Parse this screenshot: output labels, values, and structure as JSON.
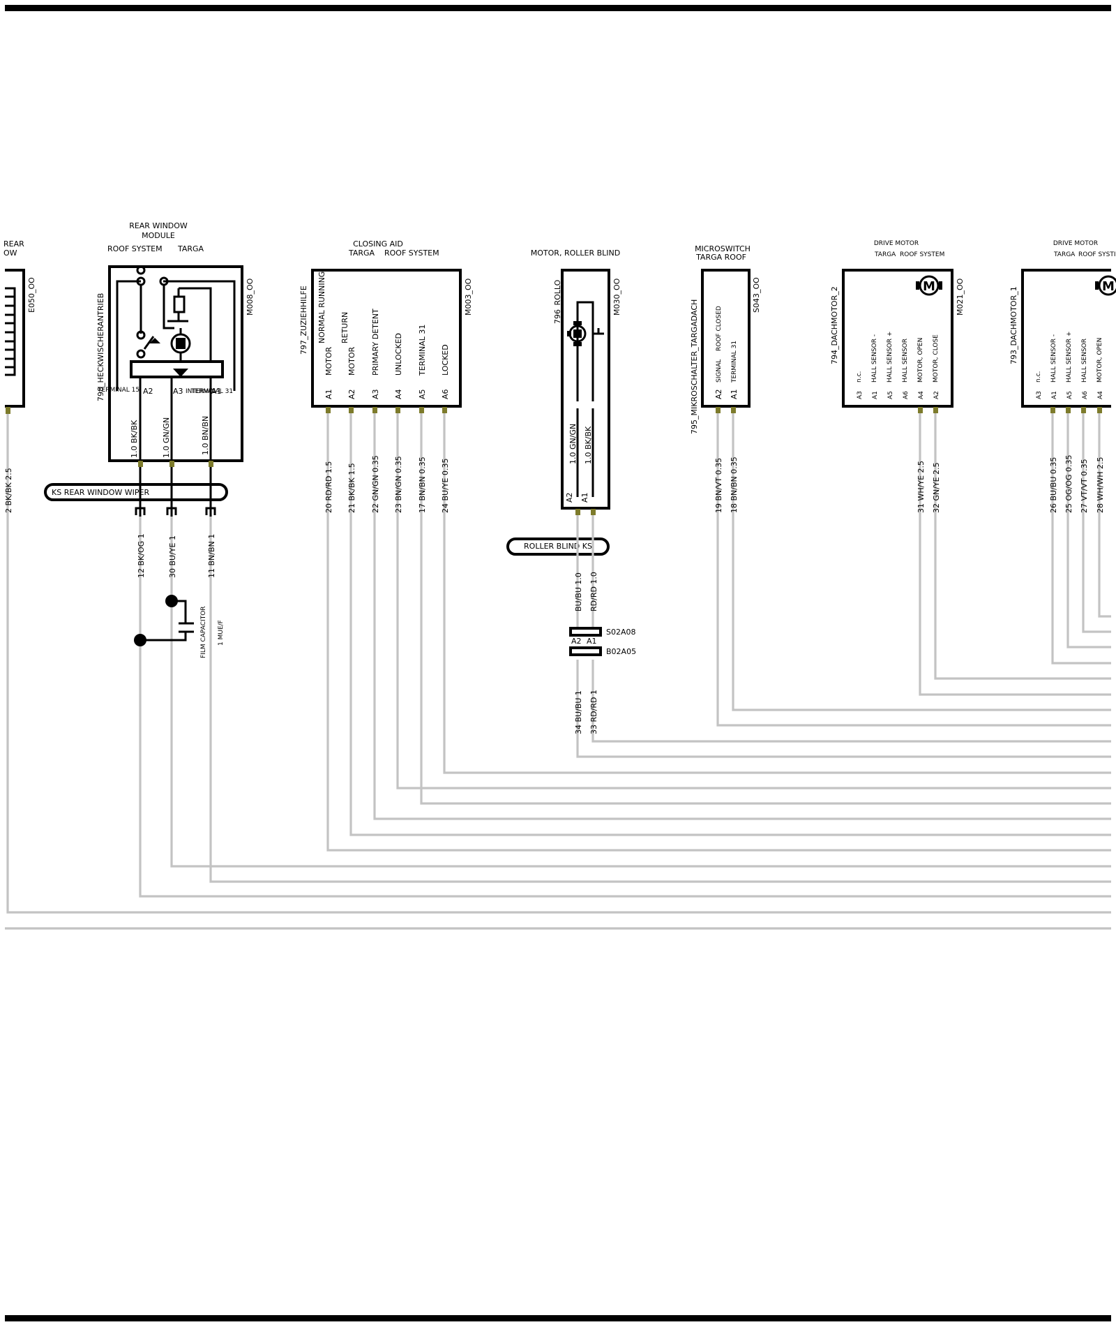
{
  "components": {
    "e050": {
      "title_lines": [
        "REAR",
        "OW"
      ],
      "id": "E050_OO"
    },
    "m008": {
      "title_lines": [
        "REAR WINDOW",
        "MODULE"
      ],
      "sub_left": "ROOF SYSTEM",
      "sub_right": "TARGA",
      "name": "798_HECKWISCHERANTRIEB",
      "id": "M008_OO",
      "inner_labels": [
        "TERMINAL 15",
        "A2",
        "A3",
        "INTERVAL",
        "TERMINAL 31",
        "A1"
      ],
      "wires": [
        "1.0 BK/BK",
        "1.0 GN/GN",
        "1.0 BN/BN"
      ]
    },
    "ks_wiper": {
      "label": "KS   REAR WINDOW WIPER"
    },
    "capacitor": {
      "label": "FILM CAPACITOR",
      "value": "1 MUE/F"
    },
    "m003": {
      "title_lines": [
        "CLOSING AID"
      ],
      "sub_left": "TARGA",
      "sub_right": "ROOF SYSTEM",
      "name": "797_ZUZIEHHILFE",
      "id": "M003_OO",
      "signals": [
        "MOTOR",
        "MOTOR",
        "PRIMARY DETENT",
        "UNLOCKED",
        "TERMINAL 31",
        "LOCKED"
      ],
      "signals_top": [
        "NORMAL RUNNING",
        "RETURN"
      ],
      "pins": [
        "A1",
        "A2",
        "A3",
        "A4",
        "A5",
        "A6"
      ]
    },
    "m030": {
      "title_lines": [
        "MOTOR, ROLLER BLIND"
      ],
      "name": "796_ROLLO",
      "id": "M030_OO",
      "wires": [
        "1.0 GN/GN",
        "1.0 BK/BK"
      ],
      "pins": [
        "A2",
        "A1"
      ]
    },
    "ks_roller": {
      "label": "ROLLER BLIND KS"
    },
    "roller_conn": {
      "wires": [
        "BU/BU 1.0",
        "RD/RD 1.0"
      ],
      "c1": "S02A08",
      "c2": "B02A05",
      "pins": [
        "A2",
        "A1"
      ]
    },
    "s043": {
      "title_lines": [
        "MICROSWITCH",
        "TARGA ROOF"
      ],
      "name": "795_MIKROSCHALTER_TARGADACH",
      "id": "S043_OO",
      "signals": [
        "SIGNAL",
        "ROOF CLOSED",
        "TERMINAL 31"
      ],
      "pins": [
        "A2",
        "A1"
      ]
    },
    "m021": {
      "title_lines": [
        "DRIVE MOTOR"
      ],
      "sub_left": "TARGA",
      "sub_right": "ROOF SYSTEM",
      "name": "794_DACHMOTOR_2",
      "id": "M021_OO",
      "signals": [
        "n.c.",
        "HALL SENSOR -",
        "HALL SENSOR +",
        "HALL SENSOR",
        "MOTOR, OPEN",
        "MOTOR, CLOSE"
      ],
      "pins": [
        "A3",
        "A1",
        "A5",
        "A6",
        "A4",
        "A2"
      ]
    },
    "m020": {
      "title_lines": [
        "DRIVE MOTOR"
      ],
      "sub_left": "TARGA",
      "sub_right": "ROOF SYSTI",
      "name": "793_DACHMOTOR_1",
      "signals": [
        "n.c.",
        "HALL SENSOR -",
        "HALL SENSOR +",
        "HALL SENSOR",
        "MOTOR, OPEN"
      ],
      "pins": [
        "A3",
        "A1",
        "A5",
        "A6",
        "A4"
      ]
    }
  },
  "wire_labels": {
    "e050": "2 BK/BK 2.5",
    "m008": [
      "12 BK/OG 1",
      "30 BU/YE 1",
      "11 BN/BN 1"
    ],
    "m003": [
      "20 RD/RD 1.5",
      "21 BK/BK 1.5",
      "22 GN/GN 0.35",
      "23 BN/GN 0.35",
      "17 BN/BN 0.35",
      "24 BU/YE 0.35"
    ],
    "m030": [
      "34 BU/BU 1",
      "33 RD/RD 1"
    ],
    "s043": [
      "19 BN/VT 0.35",
      "18 BN/BN 0.35"
    ],
    "m021": [
      "31 WH/YE 2.5",
      "32 GN/YE 2.5"
    ],
    "m020": [
      "26 BU/BU 0.35",
      "25 OG/OG 0.35",
      "27 VT/VT 0.35",
      "28 WH/WH 2.5"
    ]
  },
  "colors": {
    "line": "#000000",
    "wire": "#c3c3c3",
    "pin": "#7d7b2b"
  }
}
